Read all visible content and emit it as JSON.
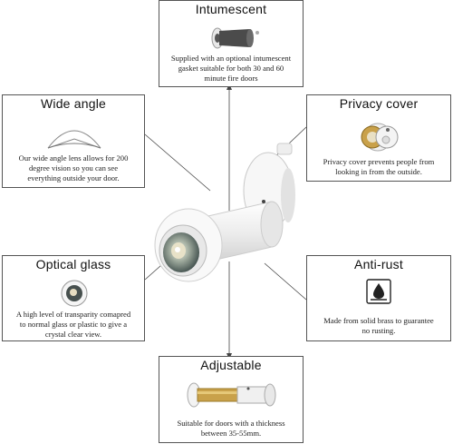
{
  "features": {
    "intumescent": {
      "title": "Intumescent",
      "desc_lines": [
        "Supplied with an optional intumescent",
        "gasket suitable for both 30 and 60",
        "minute fire doors"
      ],
      "icon": "gasket-icon"
    },
    "wide_angle": {
      "title": "Wide angle",
      "desc_lines": [
        "Our wide angle lens allows for 200",
        "degree vision so you can see",
        "everything outside your door."
      ],
      "icon": "angle-arc-icon"
    },
    "privacy_cover": {
      "title": "Privacy cover",
      "desc_lines": [
        "Privacy cover prevents people from",
        "looking in from the outside."
      ],
      "icon": "privacy-cover-icon"
    },
    "optical_glass": {
      "title": "Optical glass",
      "desc_lines": [
        "A high level of transparity comapred",
        "to normal glass or plastic to give a",
        "crystal clear view."
      ],
      "icon": "lens-icon"
    },
    "anti_rust": {
      "title": "Anti-rust",
      "desc_lines": [
        "Made from solid brass to guarantee",
        "no rusting."
      ],
      "icon": "anti-rust-icon"
    },
    "adjustable": {
      "title": "Adjustable",
      "desc_lines": [
        "Suitable for doors with a thickness",
        "between 35-55mm."
      ],
      "icon": "adjustable-viewer-icon"
    }
  },
  "colors": {
    "border": "#555555",
    "product": "#f4f4f4",
    "brass": "#c9a14a"
  }
}
